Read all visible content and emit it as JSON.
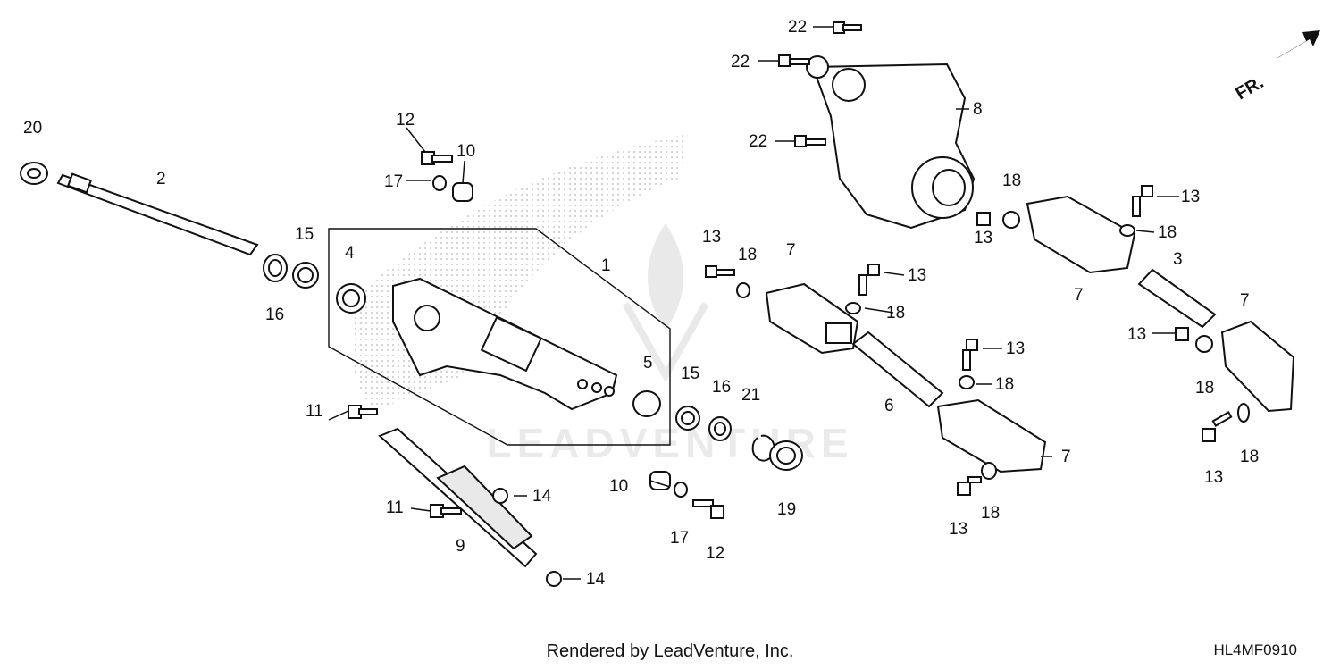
{
  "diagram": {
    "watermark": "LEADVENTURE",
    "front_indicator": "FR.",
    "credit": "Rendered by LeadVenture, Inc.",
    "diagram_code": "HL4MF0910",
    "callouts": {
      "c20": "20",
      "c2": "2",
      "c12a": "12",
      "c10a": "10",
      "c17a": "17",
      "c15a": "15",
      "c16a": "16",
      "c4": "4",
      "c1": "1",
      "c5": "5",
      "c15b": "15",
      "c16b": "16",
      "c21": "21",
      "c19": "19",
      "c10b": "10",
      "c17b": "17",
      "c12b": "12",
      "c11a": "11",
      "c11b": "11",
      "c14a": "14",
      "c14b": "14",
      "c9": "9",
      "c22a": "22",
      "c22b": "22",
      "c22c": "22",
      "c8": "8",
      "c13a": "13",
      "c18a": "18",
      "c7a": "7",
      "c13b": "13",
      "c18b": "18",
      "c13c": "13",
      "c18c": "18",
      "c6": "6",
      "c7b": "7",
      "c13d": "13",
      "c18d": "18",
      "c18e": "18",
      "c13e": "13",
      "c13f": "13",
      "c18f": "18",
      "c7c": "7",
      "c3": "3",
      "c7d": "7",
      "c13g": "13",
      "c18g": "18",
      "c13h": "13",
      "c18h": "18"
    }
  }
}
